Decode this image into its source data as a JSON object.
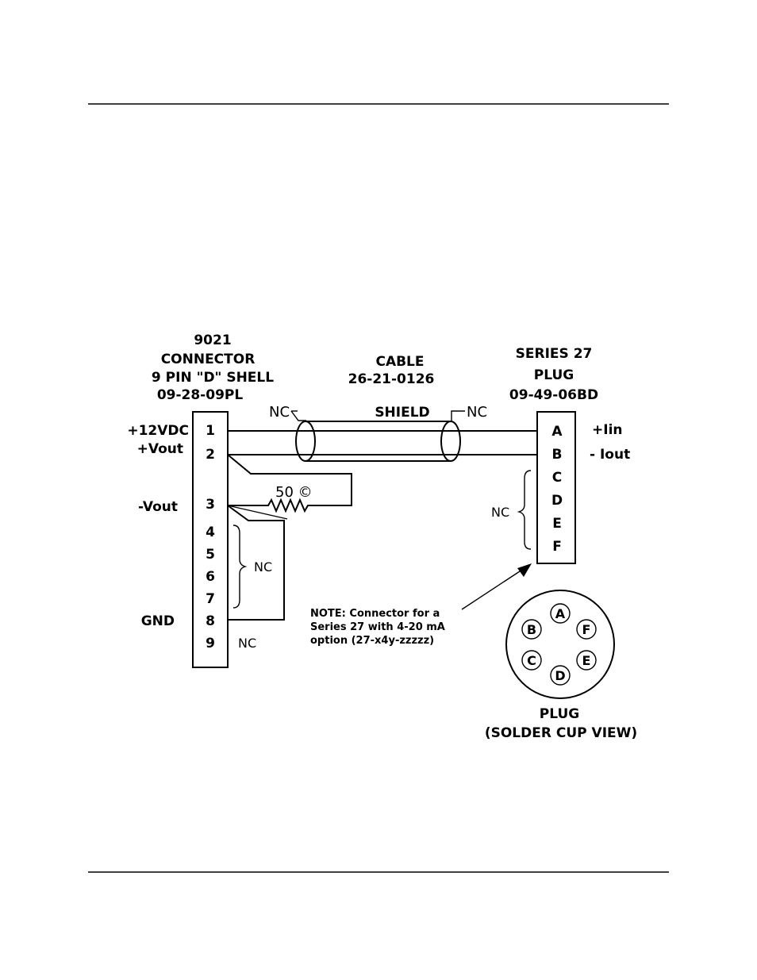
{
  "connector_9021": {
    "title_lines": [
      "9021",
      "CONNECTOR",
      "9 PIN \"D\" SHELL",
      "09-28-09PL"
    ],
    "pins": [
      "1",
      "2",
      "3",
      "4",
      "5",
      "6",
      "7",
      "8",
      "9"
    ],
    "signals": {
      "pin1": "+12VDC",
      "pin2": "+Vout",
      "pin3": "-Vout",
      "pin8": "GND",
      "pin9": "NC"
    },
    "nc_pins_4_7": "NC"
  },
  "cable": {
    "title_lines": [
      "CABLE",
      "26-21-0126"
    ],
    "shield_label": "SHIELD",
    "left_nc": "NC",
    "right_nc": "NC"
  },
  "resistor_label": "50 ©",
  "series27_plug": {
    "title_lines": [
      "SERIES 27",
      "PLUG",
      "09-49-06BD"
    ],
    "pins": [
      "A",
      "B",
      "C",
      "D",
      "E",
      "F"
    ],
    "signals": {
      "pinA": "+Iin",
      "pinB": "- Iout"
    },
    "nc_pins_c_f": "NC"
  },
  "note_lines": [
    "NOTE: Connector for a",
    "Series 27 with 4-20 mA",
    "option (27-x4y-zzzzz)"
  ],
  "plug_face": {
    "pins": [
      "A",
      "B",
      "F",
      "C",
      "E",
      "D"
    ],
    "caption_lines": [
      "PLUG",
      "(SOLDER CUP VIEW)"
    ]
  }
}
